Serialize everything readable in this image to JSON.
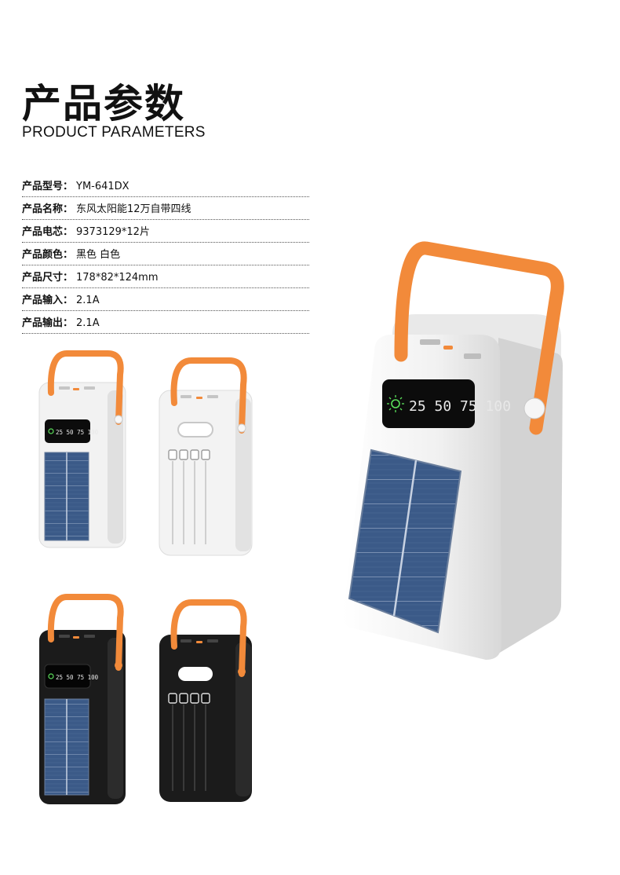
{
  "header": {
    "title_cn": "产品参数",
    "title_en": "PRODUCT PARAMETERS"
  },
  "specs": [
    {
      "label": "产品型号：",
      "value": "YM-641DX"
    },
    {
      "label": "产品名称：",
      "value": "东风太阳能12万自带四线"
    },
    {
      "label": "产品电芯：",
      "value": "9373129*12片"
    },
    {
      "label": "产品颜色：",
      "value": "黑色 白色"
    },
    {
      "label": "产品尺寸：",
      "value": "178*82*124mm"
    },
    {
      "label": "产品输入：",
      "value": "2.1A"
    },
    {
      "label": "产品输出：",
      "value": "2.1A"
    }
  ],
  "display": {
    "readout": "25 50 75 100",
    "readout_large": "25 50 75 100",
    "sun_icon": "sun-icon"
  },
  "colors": {
    "handle": "#f28a3a",
    "body_white": "#f3f3f3",
    "body_black": "#1b1b1b",
    "solar_blue": "#3d5c8a",
    "screen": "#0c0c0c"
  }
}
